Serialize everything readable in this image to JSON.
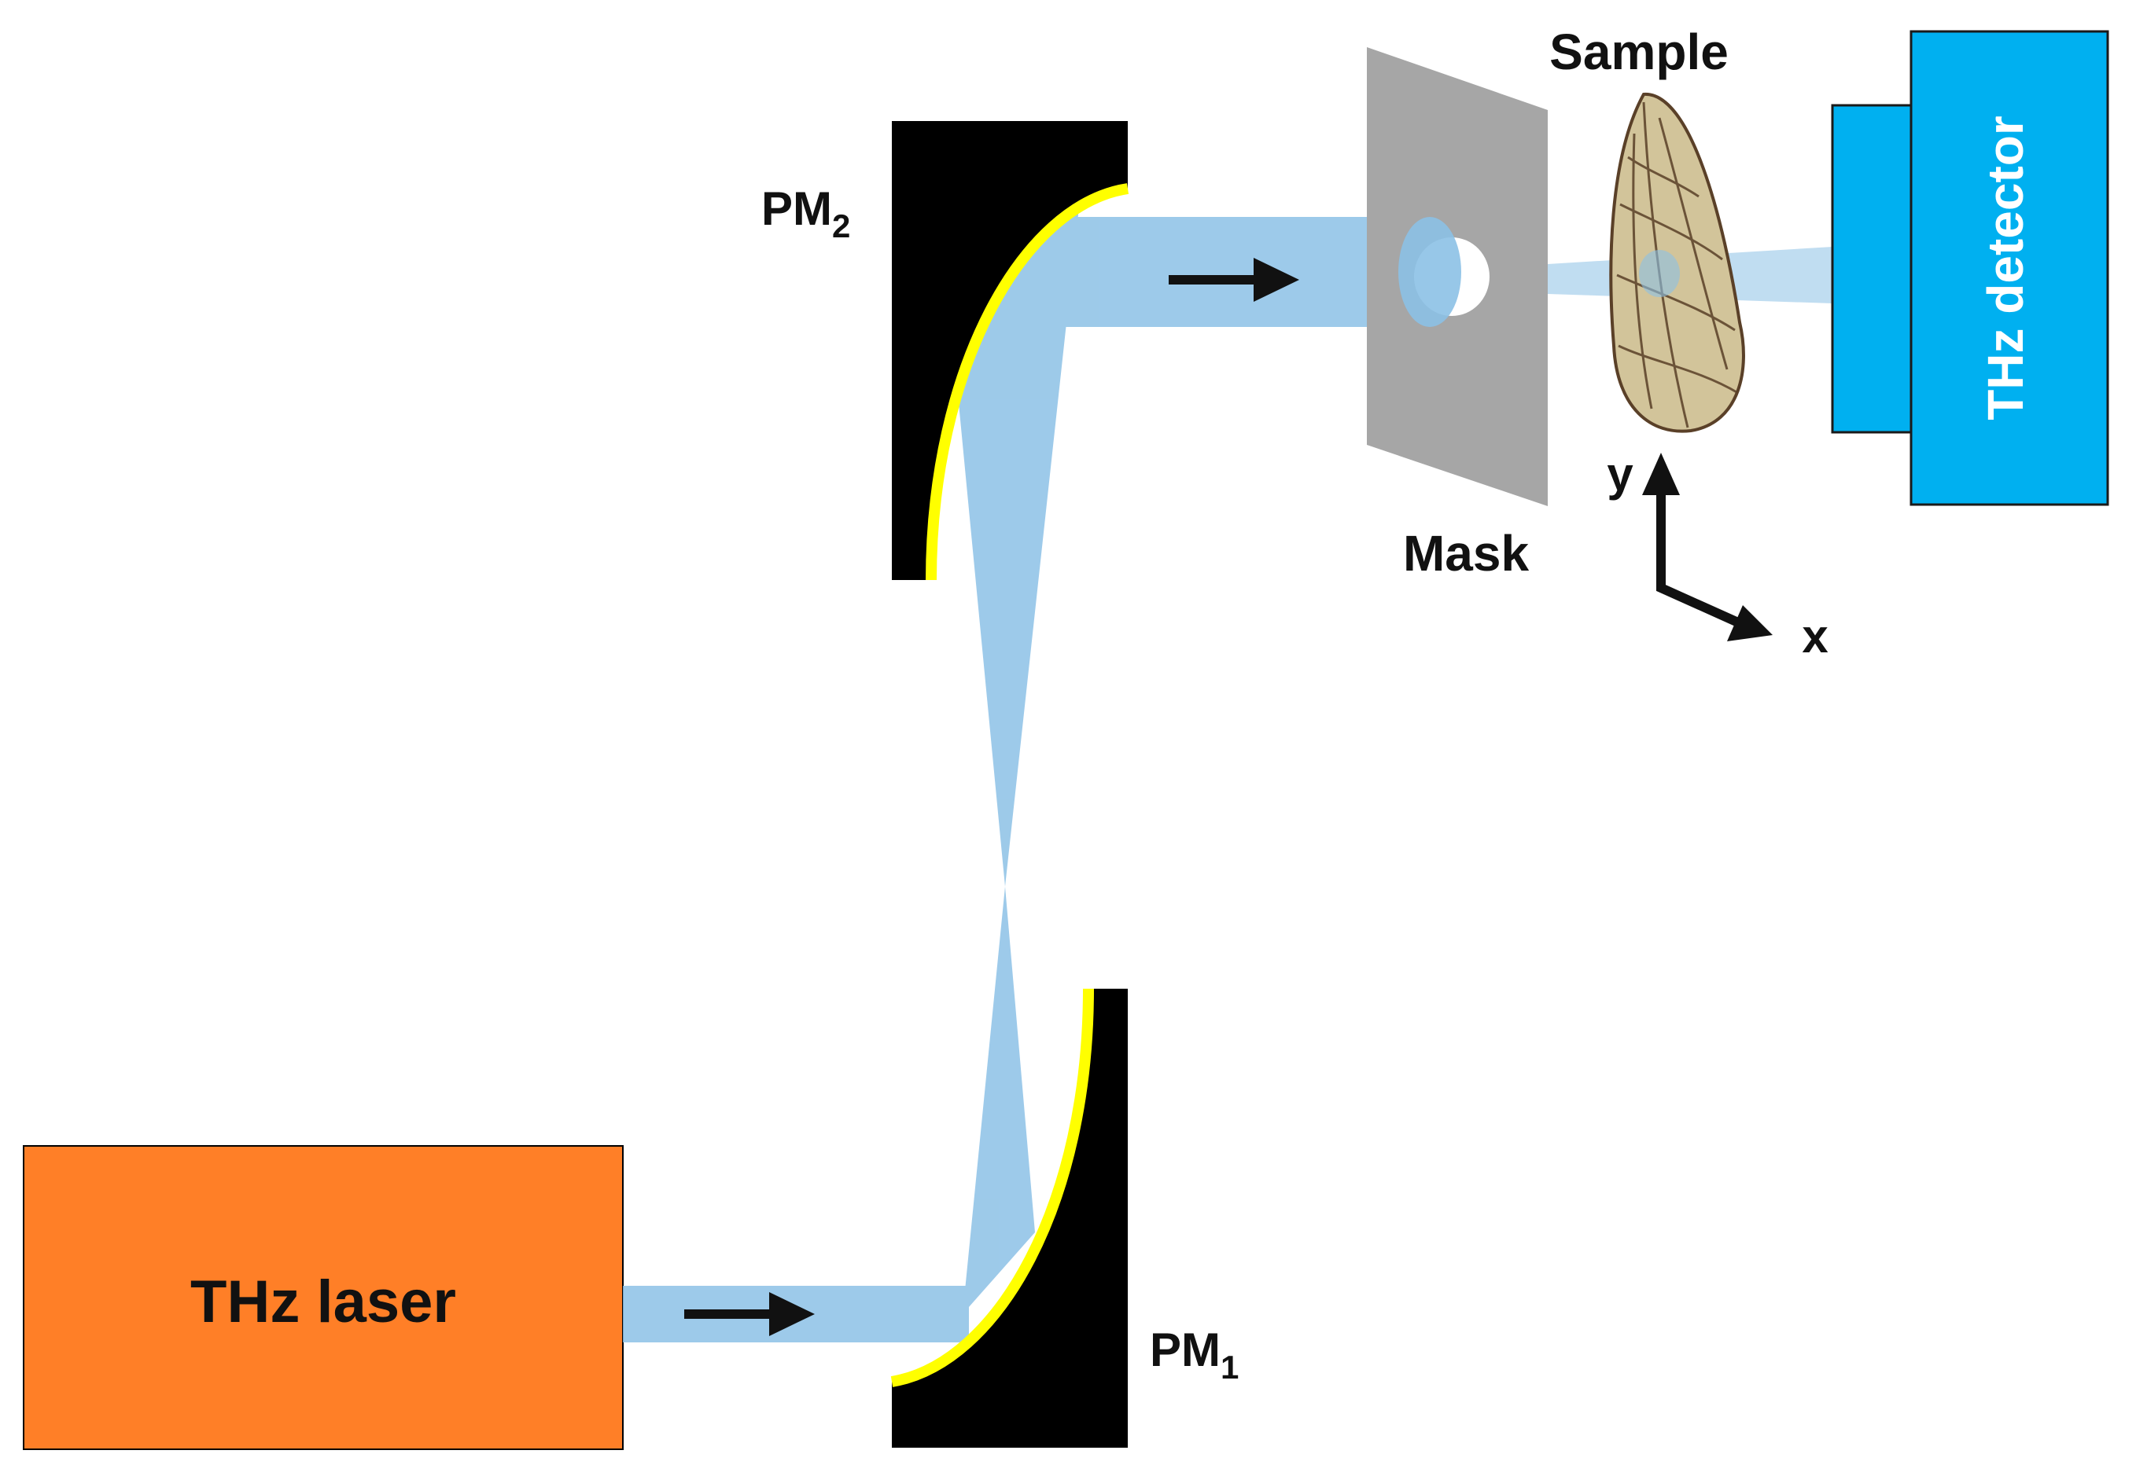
{
  "labels": {
    "laser": "THz laser",
    "pm1_base": "PM",
    "pm1_sub": "1",
    "pm2_base": "PM",
    "pm2_sub": "2",
    "mask": "Mask",
    "sample": "Sample",
    "detector": "THz detector",
    "axis_x": "x",
    "axis_y": "y"
  },
  "colors": {
    "laser": "#ff7f27",
    "mirror_body": "#000000",
    "mirror_coating": "#ffff00",
    "beam": "#8cc1e6",
    "mask": "#a6a6a6",
    "detector": "#00b0f0",
    "wing_fill": "#d2c49a",
    "wing_veins": "#5a4028",
    "arrow": "#111111"
  }
}
